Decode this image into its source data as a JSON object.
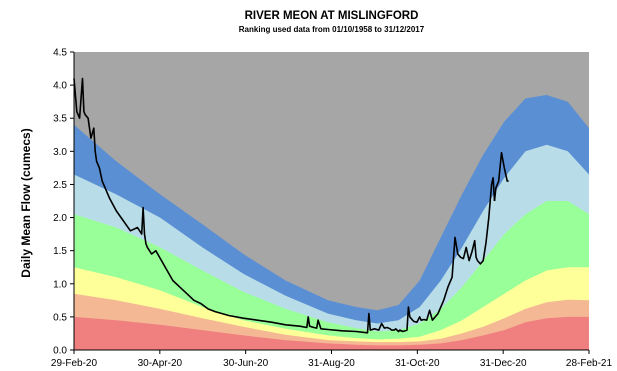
{
  "chart_data": {
    "type": "area",
    "title": "RIVER MEON AT MISLINGFORD",
    "subtitle": "Ranking used data from 01/10/1958 to 31/12/2017",
    "xlabel": "",
    "ylabel": "Daily Mean Flow (cumecs)",
    "x_ticks": [
      "29-Feb-20",
      "30-Apr-20",
      "30-Jun-20",
      "31-Aug-20",
      "31-Oct-20",
      "31-Dec-20",
      "28-Feb-21"
    ],
    "y_ticks": [
      "0.0",
      "0.5",
      "1.0",
      "1.5",
      "2.0",
      "2.5",
      "3.0",
      "3.5",
      "4.0",
      "4.5"
    ],
    "ylim": [
      0,
      4.5
    ],
    "xlim_days": [
      0,
      365
    ],
    "grid": false,
    "band_colors": [
      "#f08080",
      "#f5b894",
      "#ffff99",
      "#99ff99",
      "#b8dde8",
      "#5b8fd4",
      "#a6a6a6"
    ],
    "band_bounds": {
      "x": [
        0,
        30,
        61,
        91,
        120,
        150,
        180,
        200,
        215,
        230,
        245,
        260,
        275,
        290,
        305,
        320,
        335,
        350,
        365
      ],
      "b1": [
        0.5,
        0.45,
        0.38,
        0.3,
        0.22,
        0.15,
        0.1,
        0.08,
        0.07,
        0.07,
        0.08,
        0.1,
        0.15,
        0.22,
        0.3,
        0.42,
        0.48,
        0.5,
        0.5
      ],
      "b2": [
        0.85,
        0.75,
        0.62,
        0.48,
        0.35,
        0.23,
        0.15,
        0.13,
        0.12,
        0.12,
        0.13,
        0.17,
        0.25,
        0.35,
        0.48,
        0.62,
        0.72,
        0.76,
        0.75
      ],
      "b3": [
        1.25,
        1.1,
        0.9,
        0.65,
        0.45,
        0.32,
        0.22,
        0.18,
        0.16,
        0.17,
        0.2,
        0.3,
        0.45,
        0.65,
        0.85,
        1.05,
        1.2,
        1.25,
        1.25
      ],
      "b4": [
        2.05,
        1.85,
        1.55,
        1.2,
        0.88,
        0.62,
        0.42,
        0.33,
        0.28,
        0.3,
        0.4,
        0.62,
        0.95,
        1.35,
        1.75,
        2.05,
        2.25,
        2.25,
        2.05
      ],
      "b5": [
        2.65,
        2.35,
        2.0,
        1.55,
        1.15,
        0.82,
        0.55,
        0.45,
        0.4,
        0.45,
        0.65,
        1.05,
        1.55,
        2.1,
        2.6,
        3.0,
        3.1,
        3.0,
        2.65
      ],
      "b6": [
        3.4,
        2.85,
        2.35,
        1.9,
        1.45,
        1.05,
        0.75,
        0.65,
        0.6,
        0.68,
        1.05,
        1.7,
        2.35,
        2.95,
        3.45,
        3.8,
        3.85,
        3.75,
        3.35
      ]
    },
    "series": [
      {
        "x": [
          0,
          2,
          4,
          6,
          7,
          8,
          10,
          12,
          14,
          15,
          16,
          18,
          20,
          25,
          30,
          35,
          40,
          45,
          48,
          49,
          50,
          51,
          52,
          55,
          58,
          62,
          66,
          70,
          75,
          80,
          85,
          90,
          95,
          100,
          110,
          120,
          130,
          140,
          150,
          160,
          165,
          166,
          167,
          170,
          172,
          173,
          175,
          180,
          190,
          200,
          208,
          209,
          210,
          213,
          216,
          218,
          220,
          222,
          224,
          225,
          227,
          228,
          230,
          231,
          233,
          236,
          237,
          238,
          240,
          241,
          243,
          245,
          246,
          248,
          250,
          252,
          254,
          258,
          262,
          265,
          268,
          270,
          272,
          274,
          276,
          278,
          280,
          282,
          284,
          285,
          286,
          288,
          290,
          292,
          294,
          296,
          297,
          298
        ],
        "y": [
          4.1,
          3.6,
          3.5,
          4.1,
          3.6,
          3.55,
          3.5,
          3.2,
          3.35,
          3.0,
          2.85,
          2.75,
          2.55,
          2.3,
          2.1,
          1.95,
          1.8,
          1.85,
          1.75,
          2.15,
          1.75,
          1.6,
          1.55,
          1.45,
          1.5,
          1.35,
          1.2,
          1.05,
          0.95,
          0.85,
          0.75,
          0.7,
          0.62,
          0.58,
          0.52,
          0.48,
          0.45,
          0.42,
          0.38,
          0.36,
          0.34,
          0.5,
          0.36,
          0.34,
          0.33,
          0.45,
          0.32,
          0.31,
          0.29,
          0.28,
          0.26,
          0.55,
          0.3,
          0.32,
          0.3,
          0.4,
          0.33,
          0.34,
          0.32,
          0.3,
          0.3,
          0.32,
          0.28,
          0.3,
          0.28,
          0.3,
          0.65,
          0.5,
          0.45,
          0.43,
          0.42,
          0.5,
          0.45,
          0.46,
          0.45,
          0.6,
          0.45,
          0.55,
          0.75,
          0.95,
          1.1,
          1.7,
          1.45,
          1.4,
          1.38,
          1.55,
          1.35,
          1.48,
          1.65,
          1.4,
          1.35,
          1.3,
          1.35,
          1.62,
          2.0,
          2.5,
          2.6,
          2.25
        ]
      },
      {
        "x": [
          298,
          299,
          301,
          303,
          305,
          307,
          308
        ],
        "y": [
          2.25,
          2.45,
          2.55,
          2.98,
          2.75,
          2.55,
          2.55
        ]
      }
    ]
  }
}
